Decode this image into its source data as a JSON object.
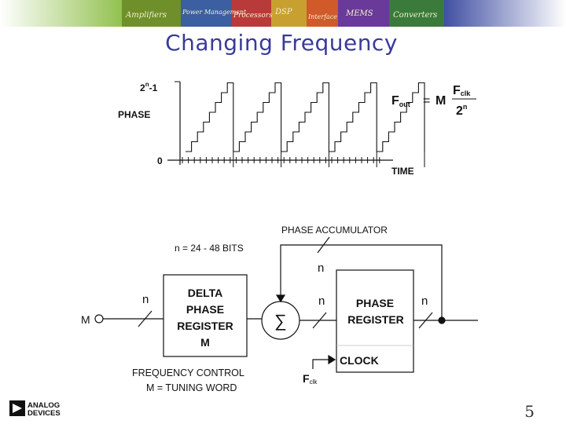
{
  "slide": {
    "title": "Changing Frequency",
    "page_number": "5"
  },
  "banner": {
    "labels": [
      "Amplifiers",
      "Power Management",
      "Processors",
      "DSP",
      "Interface",
      "MEMS",
      "Converters"
    ]
  },
  "phase_plot": {
    "y_top_label_base": "2",
    "y_top_label_exp": "n",
    "y_top_label_suffix": "-1",
    "y_axis_label": "PHASE",
    "y_zero_label": "0",
    "x_axis_label": "TIME"
  },
  "formula": {
    "lhs_base": "F",
    "lhs_sub": "out",
    "equals": "=",
    "multiplier": "M",
    "numerator_base": "F",
    "numerator_sub": "clk",
    "denominator_base": "2",
    "denominator_exp": "n"
  },
  "block_diagram": {
    "phase_accumulator": "PHASE ACCUMULATOR",
    "bits_label": "n = 24 - 48 BITS",
    "delta_block": [
      "DELTA",
      "PHASE",
      "REGISTER",
      "M"
    ],
    "phase_register_block": [
      "PHASE",
      "REGISTER"
    ],
    "clock_label": "CLOCK",
    "input_label": "M",
    "n_label_input": "n",
    "n_label_feedback": "n",
    "n_label_adder_out": "n",
    "n_label_output": "n",
    "fclk_base": "F",
    "fclk_sub": "clk",
    "freq_control": "FREQUENCY CONTROL",
    "tuning_word": "M = TUNING WORD",
    "summation_symbol": "∑"
  },
  "logo": {
    "line1": "ANALOG",
    "line2": "DEVICES"
  },
  "colors": {
    "title": "#3a3a9a",
    "banner_green": "#6c9a2c",
    "banner_blue": "#2f3f90"
  }
}
